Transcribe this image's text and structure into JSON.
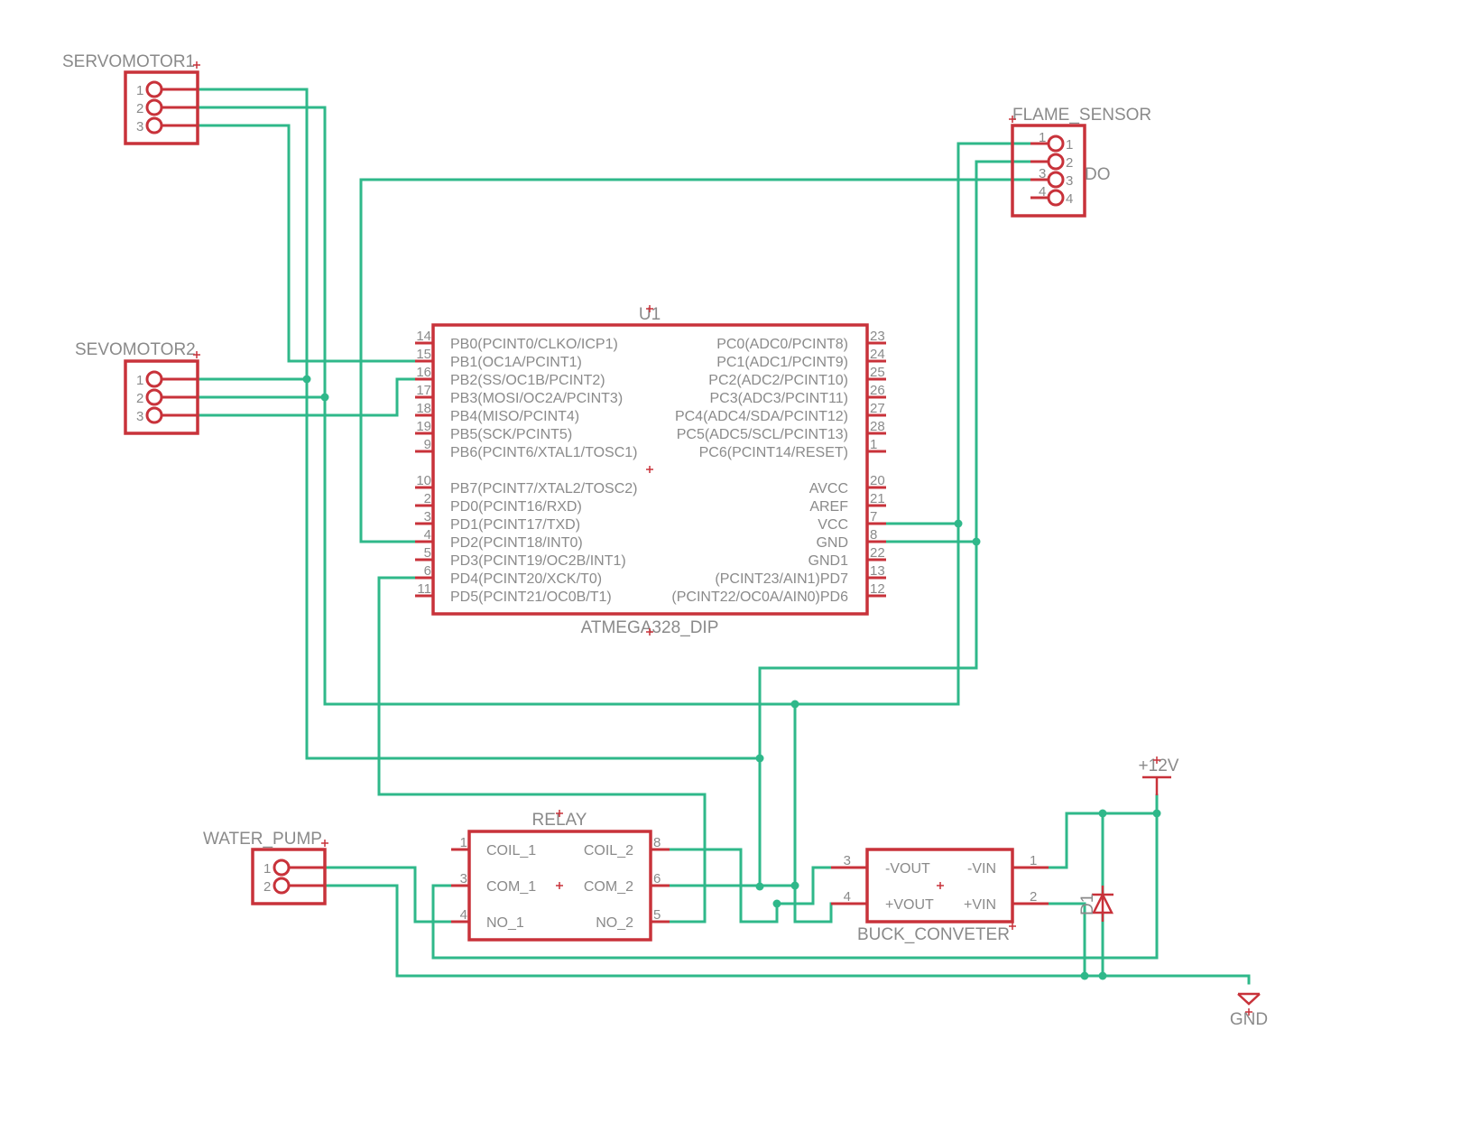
{
  "components": {
    "servo1": {
      "name": "SERVOMOTOR1",
      "pins": [
        "1",
        "2",
        "3"
      ]
    },
    "servo2": {
      "name": "SEVOMOTOR2",
      "pins": [
        "1",
        "2",
        "3"
      ]
    },
    "flame": {
      "name": "FLAME_SENSOR",
      "pins_left": [
        "1",
        "2",
        "3",
        "4"
      ],
      "pins_right": [
        "1",
        "2",
        "3",
        "4"
      ],
      "extra": "DO"
    },
    "mcu": {
      "ref": "U1",
      "value": "ATMEGA328_DIP",
      "left_pins": [
        {
          "num": "14",
          "name": "PB0(PCINT0/CLKO/ICP1)"
        },
        {
          "num": "15",
          "name": "PB1(OC1A/PCINT1)"
        },
        {
          "num": "16",
          "name": "PB2(SS/OC1B/PCINT2)"
        },
        {
          "num": "17",
          "name": "PB3(MOSI/OC2A/PCINT3)"
        },
        {
          "num": "18",
          "name": "PB4(MISO/PCINT4)"
        },
        {
          "num": "19",
          "name": "PB5(SCK/PCINT5)"
        },
        {
          "num": "9",
          "name": "PB6(PCINT6/XTAL1/TOSC1)"
        },
        {
          "num": "10",
          "name": "PB7(PCINT7/XTAL2/TOSC2)"
        },
        {
          "num": "2",
          "name": "PD0(PCINT16/RXD)"
        },
        {
          "num": "3",
          "name": "PD1(PCINT17/TXD)"
        },
        {
          "num": "4",
          "name": "PD2(PCINT18/INT0)"
        },
        {
          "num": "5",
          "name": "PD3(PCINT19/OC2B/INT1)"
        },
        {
          "num": "6",
          "name": "PD4(PCINT20/XCK/T0)"
        },
        {
          "num": "11",
          "name": "PD5(PCINT21/OC0B/T1)"
        }
      ],
      "right_pins": [
        {
          "num": "23",
          "name": "PC0(ADC0/PCINT8)"
        },
        {
          "num": "24",
          "name": "PC1(ADC1/PCINT9)"
        },
        {
          "num": "25",
          "name": "PC2(ADC2/PCINT10)"
        },
        {
          "num": "26",
          "name": "PC3(ADC3/PCINT11)"
        },
        {
          "num": "27",
          "name": "PC4(ADC4/SDA/PCINT12)"
        },
        {
          "num": "28",
          "name": "PC5(ADC5/SCL/PCINT13)"
        },
        {
          "num": "1",
          "name": "PC6(PCINT14/RESET)"
        },
        {
          "num": "20",
          "name": "AVCC"
        },
        {
          "num": "21",
          "name": "AREF"
        },
        {
          "num": "7",
          "name": "VCC"
        },
        {
          "num": "8",
          "name": "GND"
        },
        {
          "num": "22",
          "name": "GND1"
        },
        {
          "num": "13",
          "name": "(PCINT23/AIN1)PD7"
        },
        {
          "num": "12",
          "name": "(PCINT22/OC0A/AIN0)PD6"
        }
      ]
    },
    "relay": {
      "name": "RELAY",
      "left_pins": [
        {
          "num": "1",
          "name": "COIL_1"
        },
        {
          "num": "3",
          "name": "COM_1"
        },
        {
          "num": "4",
          "name": "NO_1"
        }
      ],
      "right_pins": [
        {
          "num": "8",
          "name": "COIL_2"
        },
        {
          "num": "6",
          "name": "COM_2"
        },
        {
          "num": "5",
          "name": "NO_2"
        }
      ]
    },
    "pump": {
      "name": "WATER_PUMP",
      "pins": [
        "1",
        "2"
      ]
    },
    "buck": {
      "name": "BUCK_CONVETER",
      "left_pins": [
        {
          "num": "3",
          "name": "-VOUT"
        },
        {
          "num": "4",
          "name": "+VOUT"
        }
      ],
      "right_pins": [
        {
          "num": "1",
          "name": "-VIN"
        },
        {
          "num": "2",
          "name": "+VIN"
        }
      ]
    },
    "diode": {
      "name": "D1"
    },
    "supply": {
      "name": "+12V"
    },
    "ground": {
      "name": "GND"
    }
  },
  "colors": {
    "wire": "#2fb88a",
    "symbol": "#c8323a",
    "text": "#8a8a8a",
    "background": "#ffffff"
  }
}
